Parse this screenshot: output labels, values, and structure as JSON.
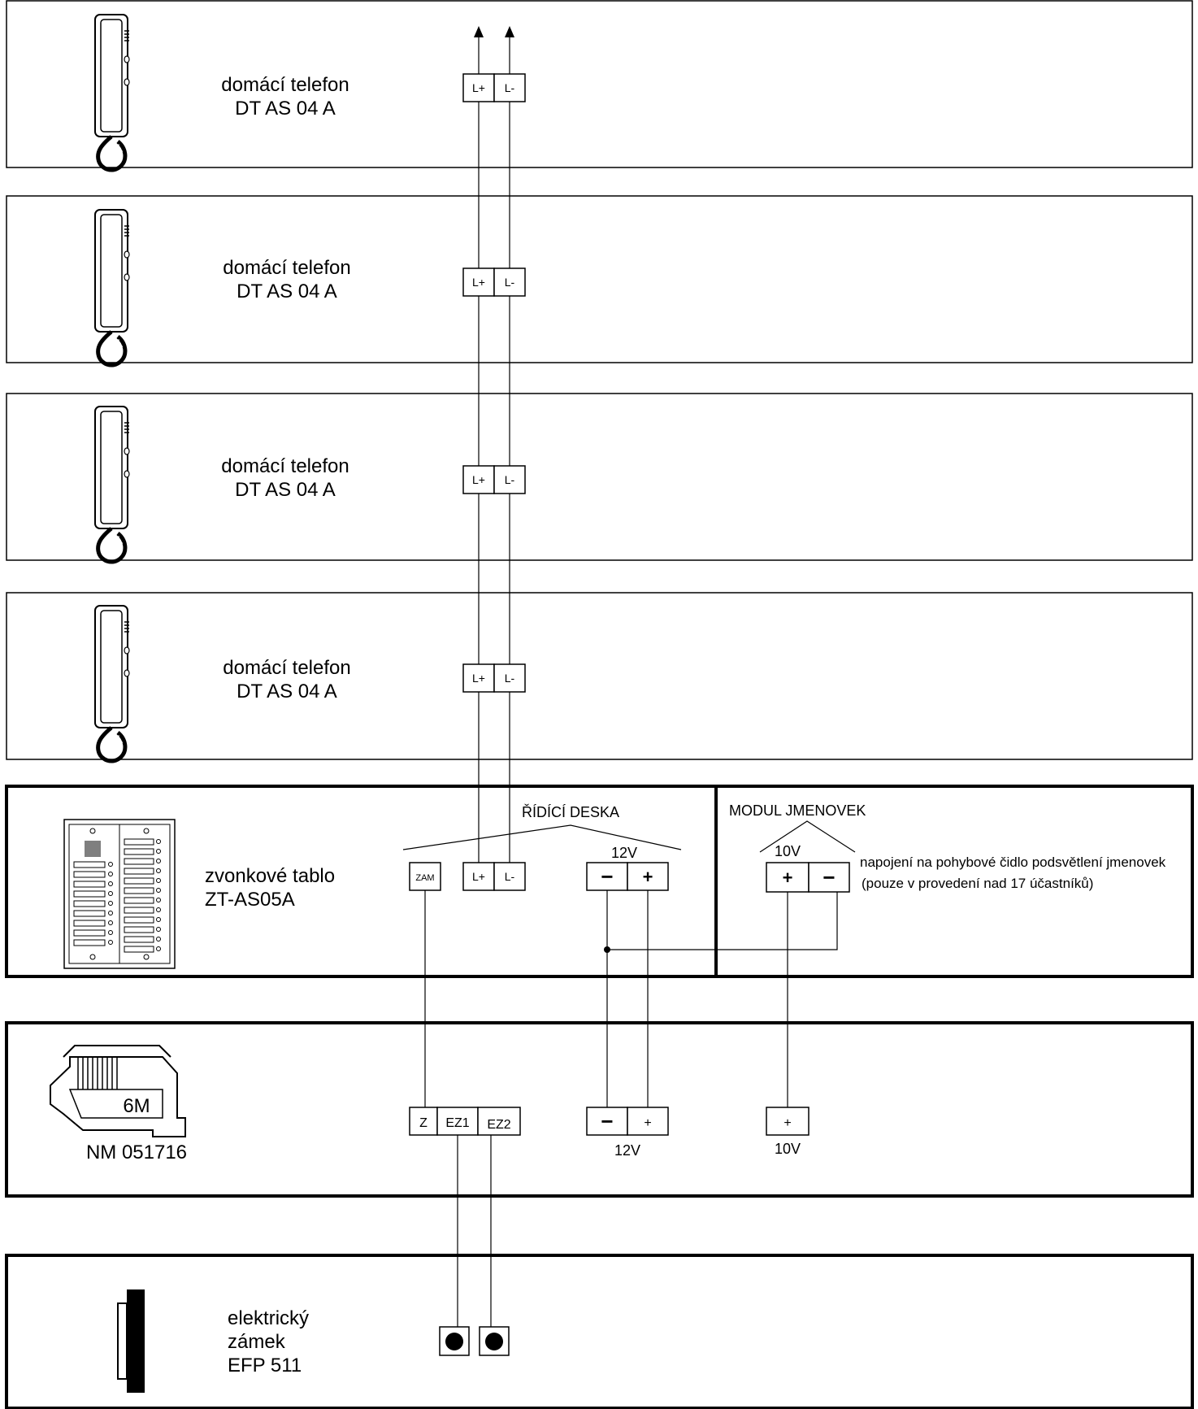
{
  "phones": [
    {
      "line1": "domácí telefon",
      "line2": "DT AS 04 A",
      "t_plus": "L+",
      "t_minus": "L-"
    },
    {
      "line1": "domácí telefon",
      "line2": "DT AS 04 A",
      "t_plus": "L+",
      "t_minus": "L-"
    },
    {
      "line1": "domácí telefon",
      "line2": "DT AS 04 A",
      "t_plus": "L+",
      "t_minus": "L-"
    },
    {
      "line1": "domácí telefon",
      "line2": "DT AS 04 A",
      "t_plus": "L+",
      "t_minus": "L-"
    }
  ],
  "panel": {
    "line1": "zvonkové tablo",
    "line2": "ZT-AS05A",
    "board_title": "ŘÍDÍCÍ DESKA",
    "terminals": {
      "zam": "ZAM",
      "l_plus": "L+",
      "l_minus": "L-",
      "minus": "−",
      "plus": "+"
    },
    "voltage": "12V"
  },
  "name_module": {
    "title": "MODUL JMENOVEK",
    "voltage": "10V",
    "plus": "+",
    "minus": "−",
    "note1": "napojení na pohybové čidlo podsvětlení jmenovek",
    "note2": "(pouze v provedení nad 17 účastníků)"
  },
  "power": {
    "label": "NM 051716",
    "module_mark": "6M",
    "terminals": {
      "z": "Z",
      "ez1": "EZ1",
      "ez2": "EZ2",
      "minus": "−",
      "plus": "+",
      "plus10": "+"
    },
    "voltage12": "12V",
    "voltage10": "10V"
  },
  "lock": {
    "line1": "elektrický",
    "line2": "zámek",
    "line3": "EFP 511"
  }
}
